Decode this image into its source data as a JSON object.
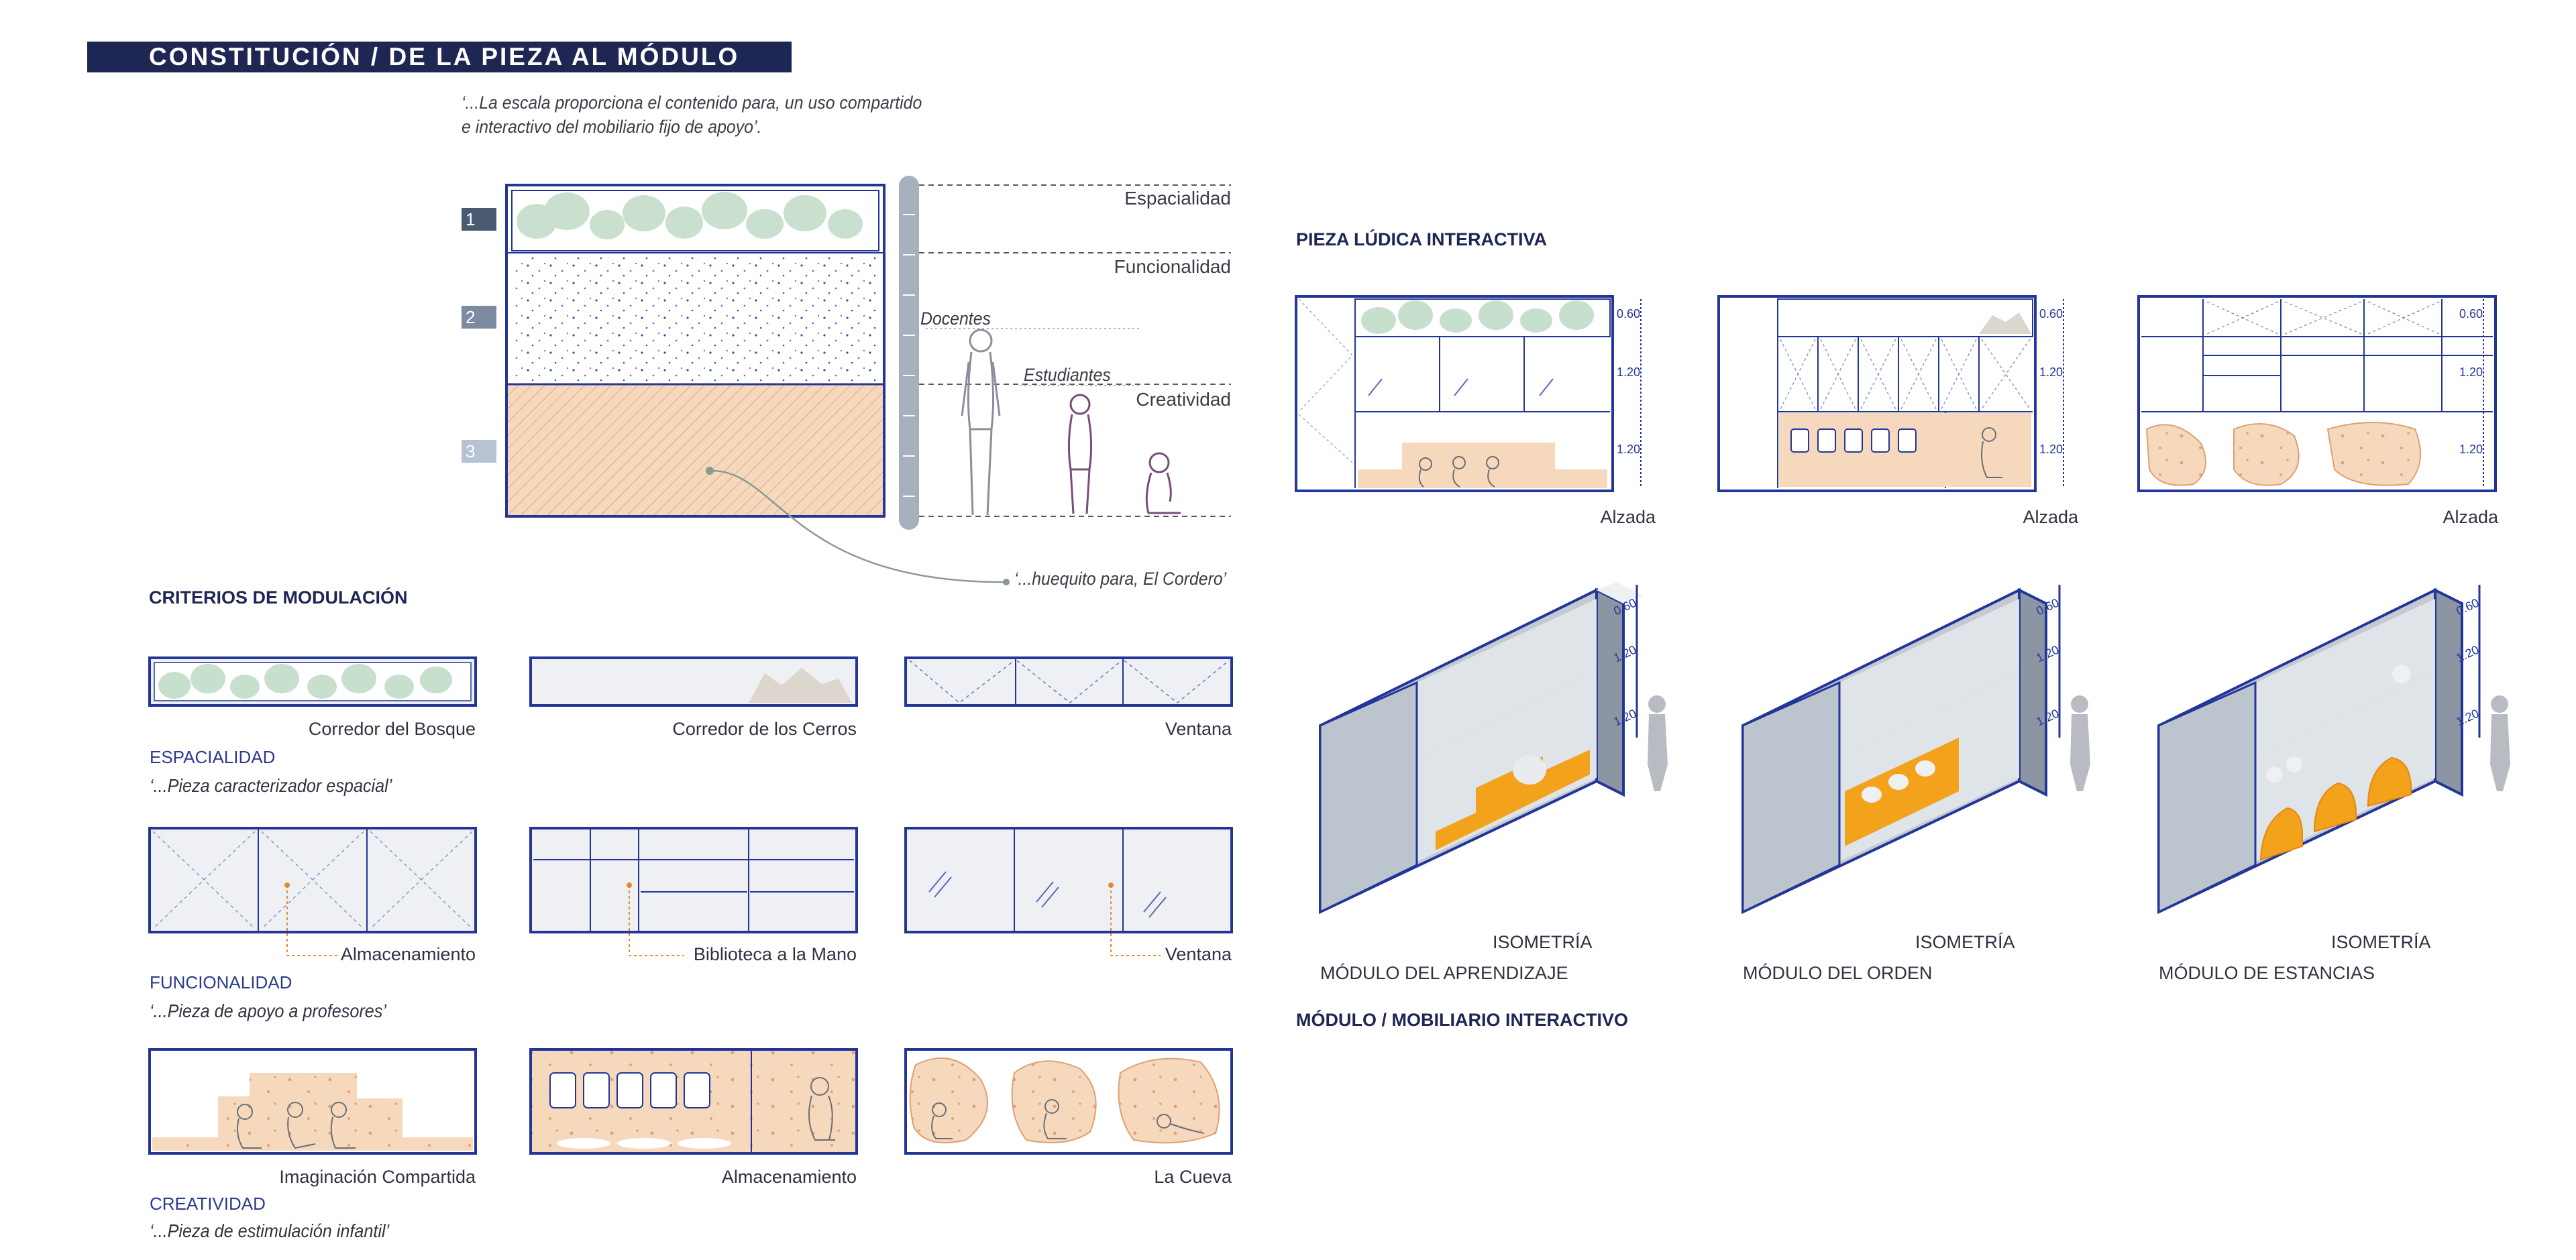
{
  "header": {
    "title": "CONSTITUCIÓN / DE LA PIEZA AL MÓDULO",
    "quote_line1": "‘...La escala proporciona el contenido para, un uso compartido",
    "quote_line2": "e interactivo del mobiliario fijo de apoyo’."
  },
  "section_diagram": {
    "levels": [
      {
        "number": "1",
        "label": "Espacialidad",
        "badge_color": "#4a5a70"
      },
      {
        "number": "2",
        "label": "Funcionalidad",
        "badge_color": "#7d8ba0"
      },
      {
        "number": "3",
        "label": "Creatividad",
        "badge_color": "#b7c3d3"
      }
    ],
    "figure_labels": {
      "docentes": "Docentes",
      "estudiantes": "Estudiantes"
    },
    "cordero_note": "‘...huequito para, El Cordero’"
  },
  "criterios": {
    "heading": "CRITERIOS DE MODULACIÓN",
    "rows": [
      {
        "name": "ESPACIALIDAD",
        "quote": "‘...Pieza caracterizador espacial’",
        "items": [
          "Corredor del Bosque",
          "Corredor de los Cerros",
          "Ventana"
        ]
      },
      {
        "name": "FUNCIONALIDAD",
        "quote": "‘...Pieza de apoyo a profesores’",
        "items": [
          "Almacenamiento",
          "Biblioteca a la Mano",
          "Ventana"
        ]
      },
      {
        "name": "CREATIVIDAD",
        "quote": "‘...Pieza de estimulación infantil’",
        "items": [
          "Imaginación Compartida",
          "Almacenamiento",
          "La Cueva"
        ]
      }
    ]
  },
  "pieza": {
    "heading": "PIEZA LÚDICA INTERACTIVA",
    "elevation_caption": "Alzada",
    "dims": [
      "0.60",
      "1.20",
      "1.20"
    ]
  },
  "modulos": {
    "heading": "MÓDULO / MOBILIARIO INTERACTIVO",
    "iso_caption": "ISOMETRÍA",
    "items": [
      "MÓDULO DEL APRENDIZAJE",
      "MÓDULO DEL ORDEN",
      "MÓDULO DE ESTANCIAS"
    ],
    "iso_dims": [
      "0.60",
      "1.20",
      "1.20"
    ]
  },
  "colors": {
    "navy": "#1e2654",
    "frame_blue": "#24359a",
    "sand": "#f6d9bd",
    "orange": "#f3a21c",
    "leaf_green": "#c7dfcd",
    "panel_grey": "#e9edf1"
  }
}
